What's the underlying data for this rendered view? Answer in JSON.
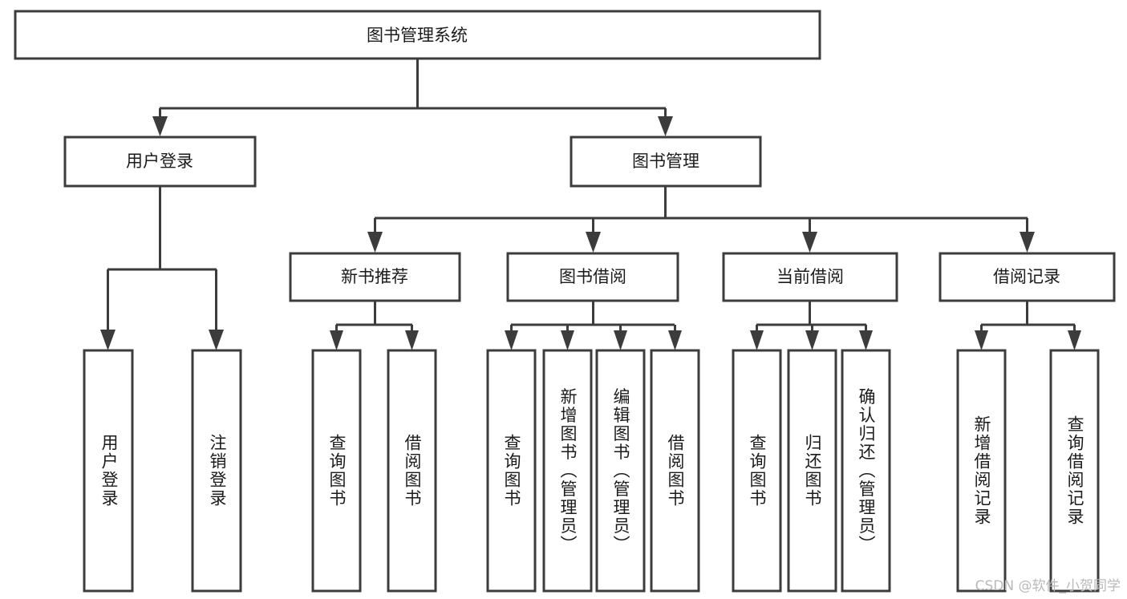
{
  "diagram": {
    "type": "tree-hierarchy",
    "title": "图书管理系统",
    "orientation": "top-down",
    "colors": {
      "box_stroke": "#3c3c3c",
      "box_fill": "#ffffff",
      "connector": "#3c3c3c",
      "label": "#1b1b1b",
      "background": "#ffffff",
      "watermark": "#b9b9b9"
    },
    "levels": {
      "root": {
        "label": "图书管理系统"
      },
      "level2": [
        {
          "label": "用户登录"
        },
        {
          "label": "图书管理"
        }
      ],
      "level3": [
        {
          "label": "新书推荐"
        },
        {
          "label": "图书借阅"
        },
        {
          "label": "当前借阅"
        },
        {
          "label": "借阅记录"
        }
      ],
      "leaves": {
        "user_login": [
          {
            "label": "用户登录"
          },
          {
            "label": "注销登录"
          }
        ],
        "new_book_recommend": [
          {
            "label": "查询图书"
          },
          {
            "label": "借阅图书"
          }
        ],
        "book_borrow": [
          {
            "label": "查询图书"
          },
          {
            "label": "新增图书（管理员）"
          },
          {
            "label": "编辑图书（管理员）"
          },
          {
            "label": "借阅图书"
          }
        ],
        "current_borrow": [
          {
            "label": "查询图书"
          },
          {
            "label": "归还图书"
          },
          {
            "label": "确认归还（管理员）"
          }
        ],
        "borrow_record": [
          {
            "label": "新增借阅记录"
          },
          {
            "label": "查询借阅记录"
          }
        ]
      }
    }
  },
  "watermark": {
    "text": "CSDN @软件_小贺同学"
  }
}
